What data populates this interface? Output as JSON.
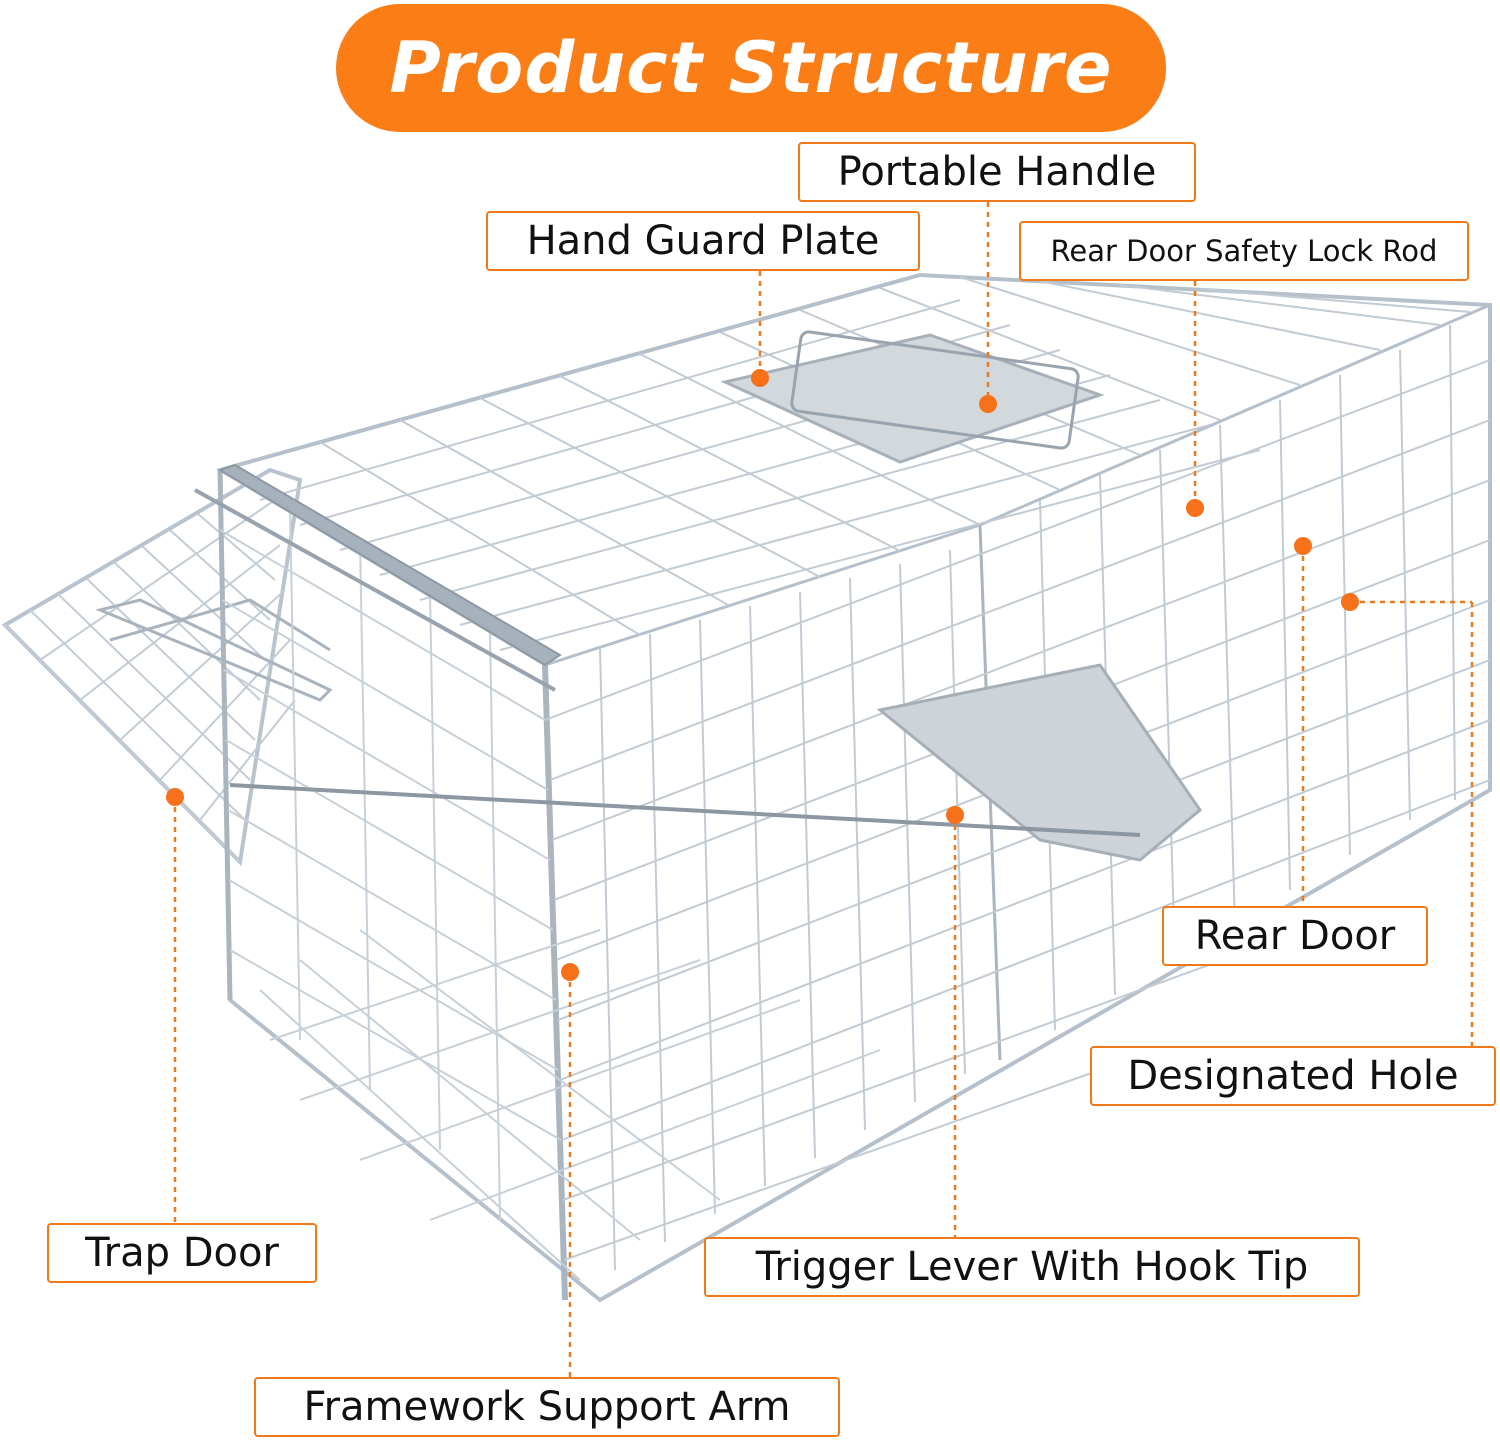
{
  "title": "Product Structure",
  "colors": {
    "accent": "#fa7d16",
    "label_border": "#f07a1a",
    "leader_line": "#e97a1f",
    "wire": "#b9c3ce",
    "plate": "#d3d8dc"
  },
  "labels": {
    "portable_handle": "Portable Handle",
    "hand_guard_plate": "Hand Guard Plate",
    "rear_door_safety_lock_rod": "Rear Door Safety Lock Rod",
    "rear_door": "Rear Door",
    "designated_hole": "Designated Hole",
    "trap_door": "Trap Door",
    "trigger_lever": "Trigger Lever With Hook Tip",
    "framework_support_arm": "Framework Support Arm"
  }
}
